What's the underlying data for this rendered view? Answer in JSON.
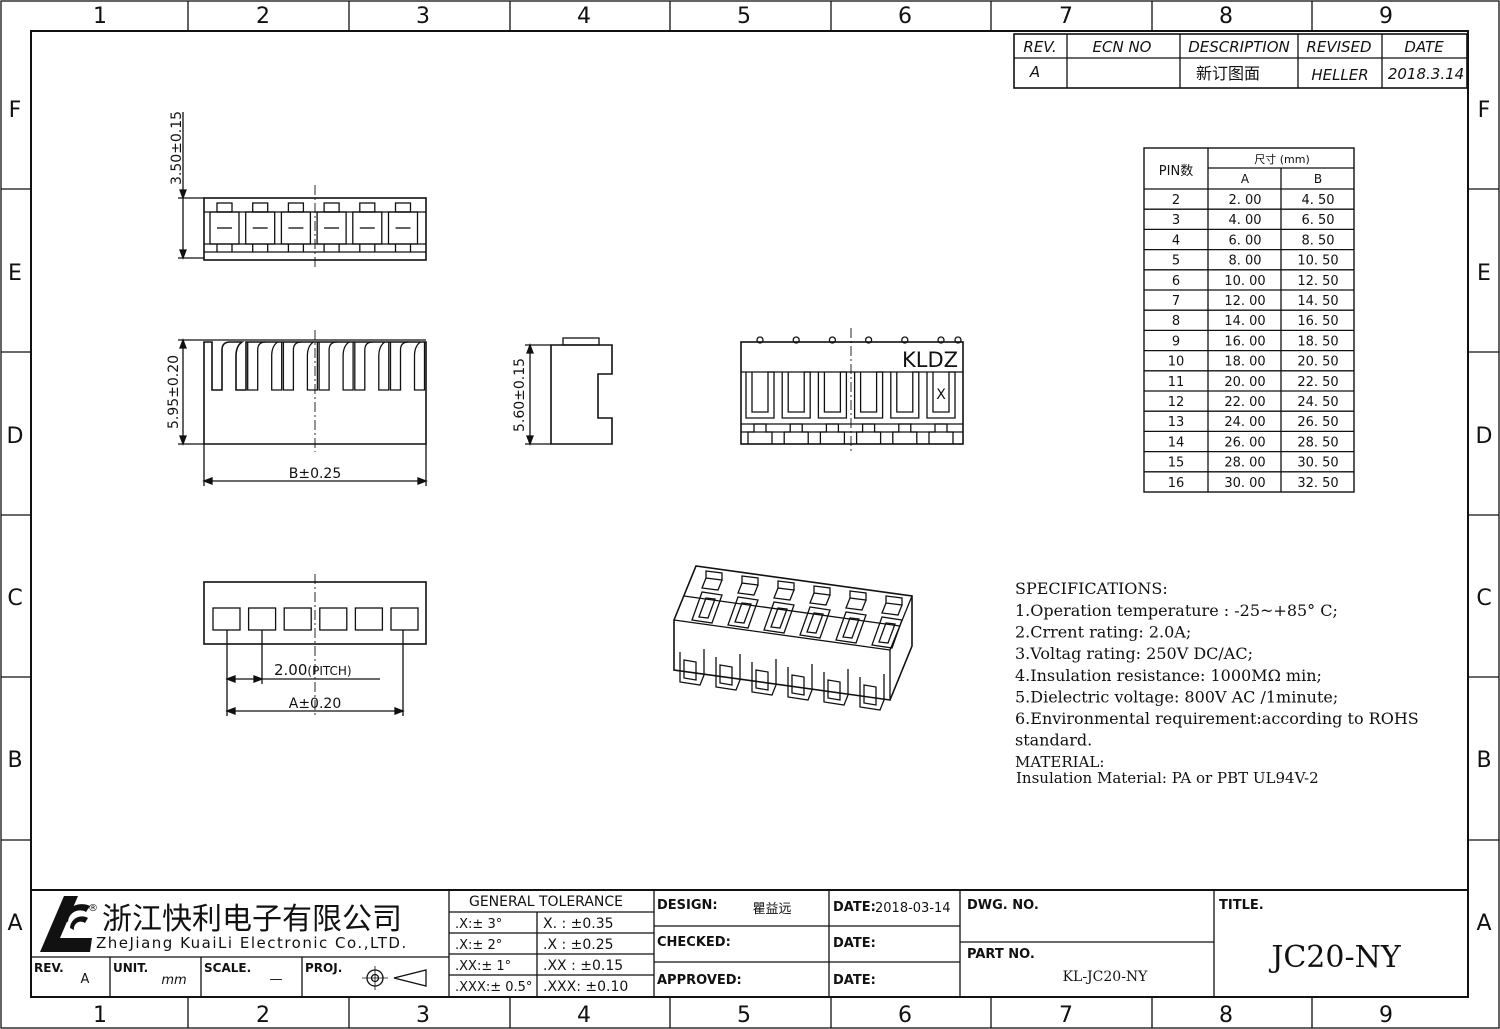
{
  "frame": {
    "columns": [
      "1",
      "2",
      "3",
      "4",
      "5",
      "6",
      "7",
      "8",
      "9"
    ],
    "rows": [
      "F",
      "E",
      "D",
      "C",
      "B",
      "A"
    ]
  },
  "revision_block": {
    "headers": [
      "REV.",
      "ECN NO",
      "DESCRIPTION",
      "REVISED",
      "DATE"
    ],
    "row": [
      "A",
      "",
      "新订图面",
      "HELLER",
      "2018.3.14"
    ]
  },
  "pin_table": {
    "pin_header": "PIN数",
    "size_header": "尺寸 (mm)",
    "col_a": "A",
    "col_b": "B",
    "rows": [
      [
        "2",
        "2. 00",
        "4. 50"
      ],
      [
        "3",
        "4. 00",
        "6. 50"
      ],
      [
        "4",
        "6. 00",
        "8. 50"
      ],
      [
        "5",
        "8. 00",
        "10. 50"
      ],
      [
        "6",
        "10. 00",
        "12. 50"
      ],
      [
        "7",
        "12. 00",
        "14. 50"
      ],
      [
        "8",
        "14. 00",
        "16. 50"
      ],
      [
        "9",
        "16. 00",
        "18. 50"
      ],
      [
        "10",
        "18. 00",
        "20. 50"
      ],
      [
        "11",
        "20. 00",
        "22. 50"
      ],
      [
        "12",
        "22. 00",
        "24. 50"
      ],
      [
        "13",
        "24. 00",
        "26. 50"
      ],
      [
        "14",
        "26. 00",
        "28. 50"
      ],
      [
        "15",
        "28. 00",
        "30. 50"
      ],
      [
        "16",
        "30. 00",
        "32. 50"
      ]
    ]
  },
  "dimensions": {
    "top_height": "3.50±0.15",
    "front_height": "5.95±0.20",
    "front_width": "B±0.25",
    "side_height": "5.60±0.15",
    "pitch": "2.00",
    "pitch_suffix": "(PITCH)",
    "bottom_width": "A±0.20"
  },
  "marking": {
    "brand": "KLDZ",
    "x_mark": "X"
  },
  "specifications": {
    "heading": "SPECIFICATIONS:",
    "items": [
      "1.Operation temperature : -25~+85° C;",
      "2.Crrent rating: 2.0A;",
      "3.Voltag rating: 250V DC/AC;",
      "4.Insulation resistance: 1000MΩ min;",
      "5.Dielectric voltage: 800V AC /1minute;",
      "6.Environmental requirement:according to ROHS",
      "standard."
    ],
    "material_heading": "MATERIAL:",
    "material": "Insulation Material: PA or PBT UL94V-2"
  },
  "title_block": {
    "company_cn": "浙江快利电子有限公司",
    "company_en": "ZheJiang KuaiLi Electronic Co.,LTD.",
    "registered": "®",
    "rev_label": "REV.",
    "rev_value": "A",
    "unit_label": "UNIT.",
    "unit_value": "mm",
    "scale_label": "SCALE.",
    "scale_value": "—",
    "proj_label": "PROJ.",
    "tolerance_heading": "GENERAL TOLERANCE",
    "tolerances": [
      [
        ".X:± 3°",
        "X.  :  ±0.35"
      ],
      [
        ".X:± 2°",
        ".X  :  ±0.25"
      ],
      [
        ".XX:± 1°",
        ".XX  :  ±0.15"
      ],
      [
        ".XXX:± 0.5°",
        ".XXX:  ±0.10"
      ]
    ],
    "design_label": "DESIGN:",
    "design_value": "瞿益远",
    "checked_label": "CHECKED:",
    "approved_label": "APPROVED:",
    "date_label": "DATE:",
    "design_date_label": "DATE:",
    "design_date": "2018-03-14",
    "dwg_no_label": "DWG. NO.",
    "part_no_label": "PART NO.",
    "part_no": "KL-JC20-NY",
    "title_label": "TITLE.",
    "title": "JC20-NY"
  }
}
